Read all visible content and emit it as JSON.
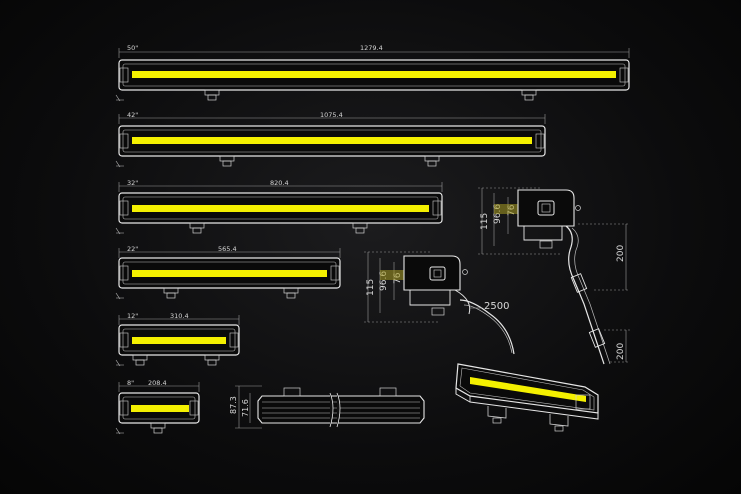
{
  "colors": {
    "background": "#0e0e0f",
    "line": "#e6e6e6",
    "dim_line": "#9a9a9a",
    "led": "#f4f000"
  },
  "bars": [
    {
      "size_label": "50\"",
      "length_label": "1279.4"
    },
    {
      "size_label": "42\"",
      "length_label": "1075.4"
    },
    {
      "size_label": "32\"",
      "length_label": "820.4"
    },
    {
      "size_label": "22\"",
      "length_label": "565.4"
    },
    {
      "size_label": "12\"",
      "length_label": "310.4"
    },
    {
      "size_label": "8\"",
      "length_label": "208.4"
    }
  ],
  "side_profile": {
    "height_outer": "87.3",
    "height_inner": "71.6"
  },
  "bracket_a": {
    "dim_115": "115",
    "dim_96": "96.6",
    "dim_76": "76",
    "cable": "2500"
  },
  "bracket_b": {
    "dim_115": "115",
    "dim_96": "96.6",
    "dim_76": "76",
    "cable_1": "200",
    "cable_2": "200"
  }
}
